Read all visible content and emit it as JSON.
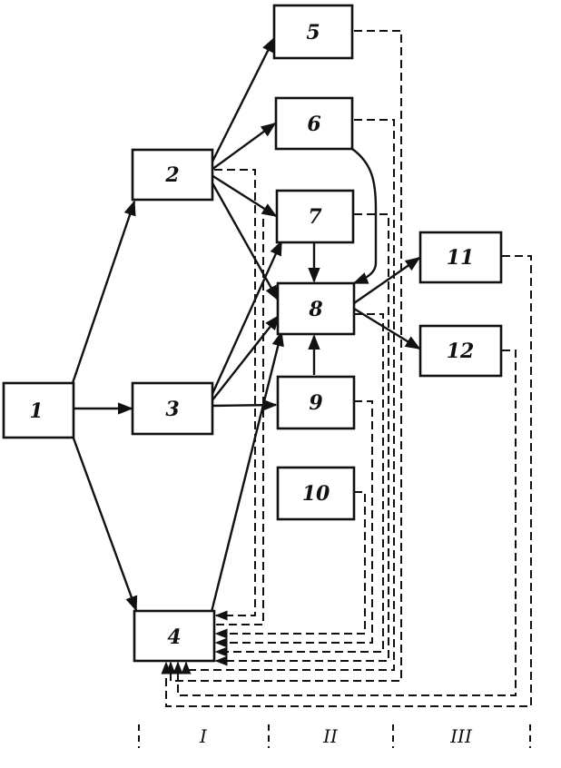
{
  "nodes": [
    {
      "id": "1",
      "label": "1"
    },
    {
      "id": "2",
      "label": "2"
    },
    {
      "id": "3",
      "label": "3"
    },
    {
      "id": "4",
      "label": "4"
    },
    {
      "id": "5",
      "label": "5"
    },
    {
      "id": "6",
      "label": "6"
    },
    {
      "id": "7",
      "label": "7"
    },
    {
      "id": "8",
      "label": "8"
    },
    {
      "id": "9",
      "label": "9"
    },
    {
      "id": "10",
      "label": "10"
    },
    {
      "id": "11",
      "label": "11"
    },
    {
      "id": "12",
      "label": "12"
    }
  ],
  "edges_solid": [
    [
      "1",
      "2"
    ],
    [
      "1",
      "3"
    ],
    [
      "1",
      "4"
    ],
    [
      "2",
      "5"
    ],
    [
      "2",
      "6"
    ],
    [
      "2",
      "7"
    ],
    [
      "2",
      "8"
    ],
    [
      "3",
      "7"
    ],
    [
      "3",
      "8"
    ],
    [
      "3",
      "9"
    ],
    [
      "4",
      "8"
    ],
    [
      "6",
      "8"
    ],
    [
      "7",
      "8"
    ],
    [
      "9",
      "8"
    ],
    [
      "8",
      "11"
    ],
    [
      "8",
      "12"
    ]
  ],
  "edges_feedback": [
    [
      "2",
      "4"
    ],
    [
      "5",
      "4"
    ],
    [
      "6",
      "4"
    ],
    [
      "7",
      "4"
    ],
    [
      "8",
      "4"
    ],
    [
      "9",
      "4"
    ],
    [
      "10",
      "4"
    ],
    [
      "11",
      "4"
    ],
    [
      "12",
      "4"
    ]
  ],
  "stage_labels": [
    "I",
    "II",
    "III"
  ]
}
